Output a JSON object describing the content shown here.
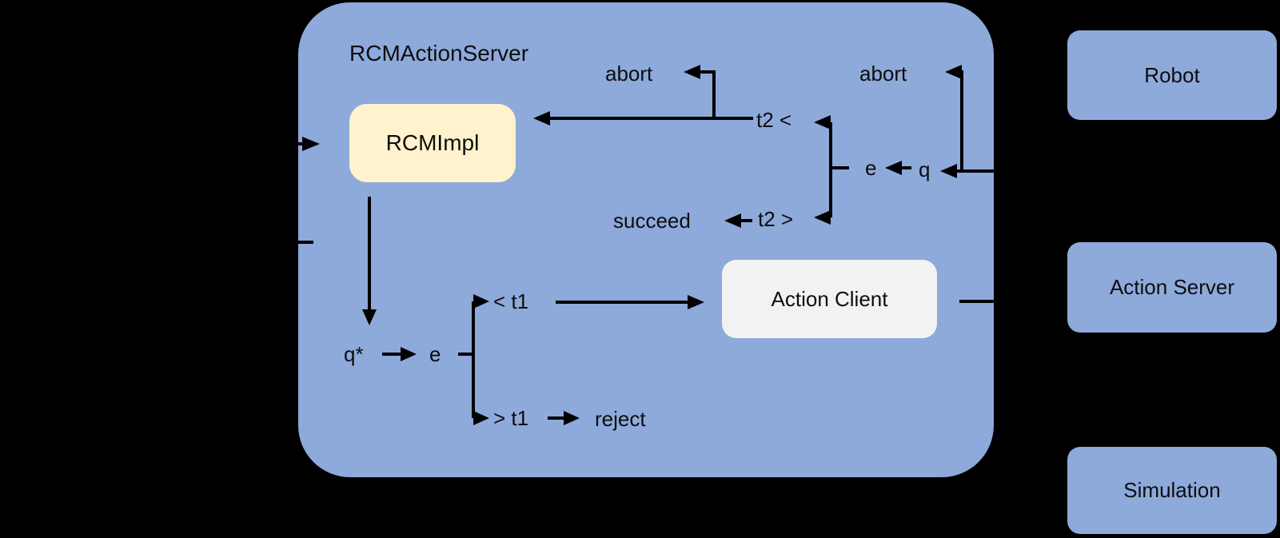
{
  "colors": {
    "background": "#000000",
    "server_fill": "#8EAADB",
    "impl_fill": "#FFF2CC",
    "client_fill": "#F2F2F2",
    "external_fill": "#8EAADB",
    "text": "#0d0d0d",
    "line": "#000000"
  },
  "diagram": {
    "server_box": {
      "label": "RCMActionServer"
    },
    "impl_box": {
      "label": "RCMImpl"
    },
    "client_box": {
      "label": "Action Client"
    },
    "labels": {
      "abort_left": "abort",
      "t2_less": "t2 <",
      "succeed": "succeed",
      "t2_greater": "t2 >",
      "e_upper": "e",
      "q_upper": "q",
      "abort_right": "abort",
      "q_star": "q*",
      "e_lower": "e",
      "lt_t1": "< t1",
      "gt_t1": "> t1",
      "reject": "reject"
    },
    "external_boxes": [
      {
        "label": "Robot"
      },
      {
        "label": "Action Server"
      },
      {
        "label": "Simulation"
      }
    ]
  }
}
